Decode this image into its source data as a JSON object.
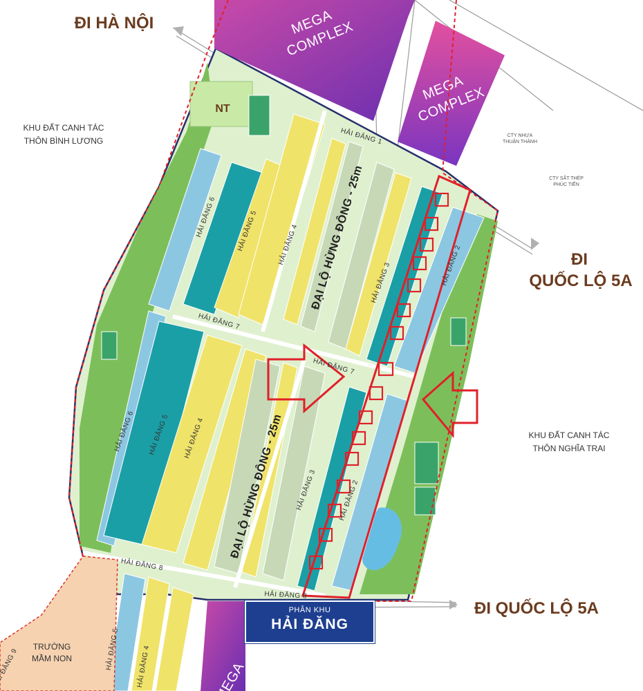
{
  "directions": {
    "north": "ĐI HÀ NỘI",
    "east_line1": "ĐI",
    "east_line2": "QUỐC LỘ 5A",
    "south": "ĐI QUỐC LỘ 5A"
  },
  "areas": {
    "farm_west_line1": "KHU ĐẤT CANH TÁC",
    "farm_west_line2": "THÔN BÌNH LƯƠNG",
    "farm_east_line1": "KHU ĐẤT CANH TÁC",
    "farm_east_line2": "THÔN NGHĨA TRAI",
    "factory1_line1": "CTY NHỰA",
    "factory1_line2": "THUẬN THÀNH",
    "factory2_line1": "CTY SẮT THÉP",
    "factory2_line2": "PHÚC TIẾN",
    "school_line1": "TRƯỜNG",
    "school_line2": "MẦM NON",
    "nt": "NT"
  },
  "mega_complex": {
    "line1": "MEGA",
    "line2": "COMPLEX",
    "partial": "MEGA"
  },
  "roads": {
    "main_upper": "ĐẠI LỘ HỪNG ĐÔNG - 25m",
    "main_lower": "ĐẠI LỘ HỪNG ĐÔNG - 25m"
  },
  "streets": {
    "s1": "HẢI ĐĂNG 1",
    "s2": "HẢI ĐĂNG 2",
    "s3": "HẢI ĐĂNG 3",
    "s4": "HẢI ĐĂNG 4",
    "s5": "HẢI ĐĂNG 5",
    "s6": "HẢI ĐĂNG 6",
    "s7": "HẢI ĐĂNG 7",
    "s8": "HẢI ĐĂNG 8",
    "s9": "HẢI ĐĂNG 9"
  },
  "subdivision": {
    "line1": "PHÂN KHU",
    "line2": "HẢI ĐĂNG"
  },
  "colors": {
    "teal": "#1b9fa6",
    "light_blue": "#8cc7e2",
    "yellow": "#f0e36a",
    "sage": "#c7d8b6",
    "park": "#7cbf5a",
    "mega": "#9a4bbd",
    "badge": "#1e3f8f",
    "highlight": "#e02029",
    "label": "#6b3b1f"
  }
}
